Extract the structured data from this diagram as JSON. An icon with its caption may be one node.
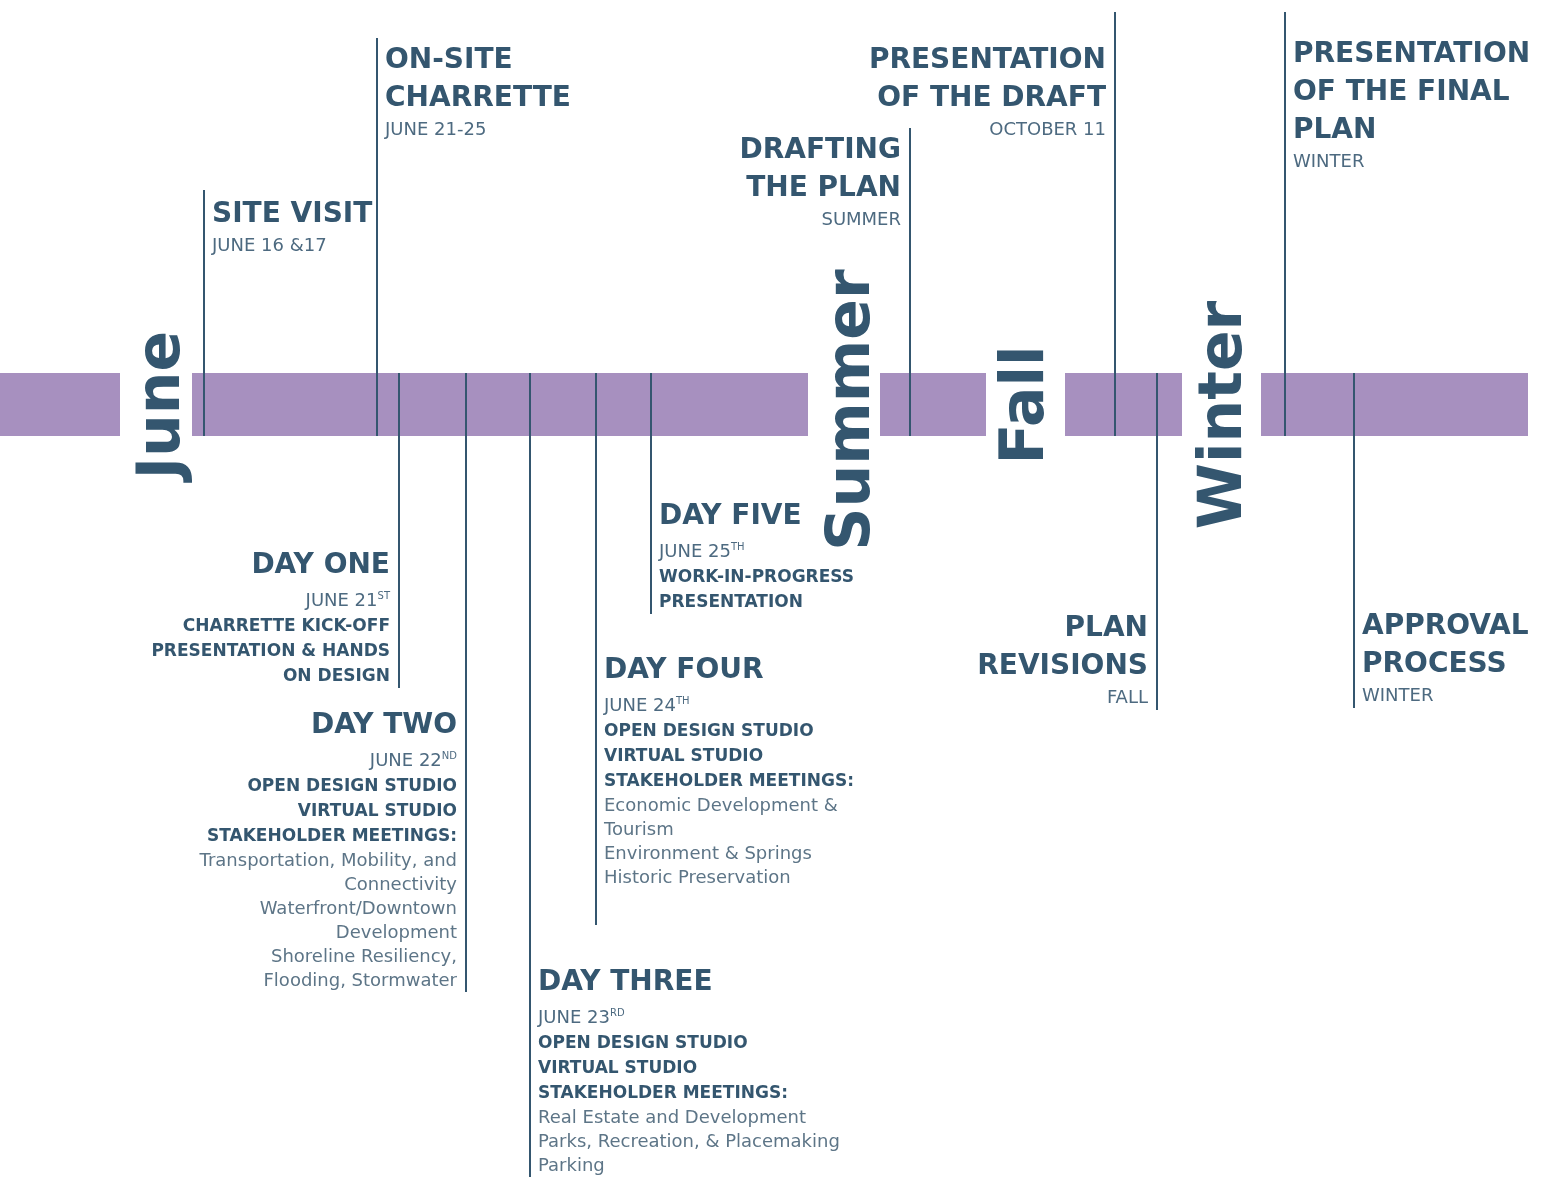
{
  "diagram": {
    "nodes": [
      {
        "text": [],
        "shape": "bar"
      },
      {
        "text": [],
        "shape": "bar"
      },
      {
        "text": [],
        "shape": "bar"
      },
      {
        "text": [],
        "shape": "bar"
      },
      {
        "text": [],
        "shape": "bar"
      },
      {
        "text": [
          "SITE VISIT",
          "JUNE 16 &17"
        ]
      },
      {
        "text": [
          "ON-SITE CHARRETTE",
          "JUNE 21-25"
        ]
      },
      {
        "text": [
          "DAY ONE",
          "JUNE 21$^{ST}$",
          "CHARRETTE KICK-OFF PRESENTATION & HANDS ON DESIGN"
        ]
      },
      {
        "text": [
          "DAY TWO",
          "JUNE 22$^{ND}$",
          "OPEN DESIGN STUDIO",
          "VIRTUAL STUDIO",
          "STAKEHOLDER MEETINGS:",
          "Transportation, Mobility, and Connectivity",
          "Waterfront/Downtown Development",
          "Shoreline Resiliency, Flooding, Stormwater"
        ]
      },
      {
        "text": [
          "DAY THREE",
          "JUNE 23$^{RD}$",
          "OPEN DESIGN STUDIO",
          "VIRTUAL STUDIO",
          "STAKEHOLDER MEETINGS:",
          "Real Estate and Development",
          "Parks, Recreation, & Placemaking",
          "Parking"
        ]
      },
      {
        "text": [
          "DAY FOUR",
          "JUNE 24$^{TH}$",
          "OPEN DESIGN STUDIO",
          "VIRTUAL STUDIO",
          "STAKEHOLDER MEETINGS:",
          "Economic Development & Tourism",
          "Environment & Springs",
          "Historic Preservation"
        ]
      },
      {
        "text": [
          "DAY FIVE",
          "JUNE 25$^{TH}$",
          "WORK-IN-PROGRESS PRESENTATION"
        ]
      },
      {
        "text": [
          "DRAFTING THE PLAN",
          "SUMMER"
        ]
      },
      {
        "text": [
          "PRESENTATION OF THE DRAFT",
          "OCTOBER 11"
        ]
      },
      {
        "text": [
          "PLAN REVISIONS",
          "FALL"
        ]
      },
      {
        "text": [
          "PRESENTATION OF THE FINAL PLAN",
          "WINTER"
        ]
      },
      {
        "text": [
          "APPROVAL PROCESS",
          "WINTER"
        ]
      }
    ],
    "edges": [
      {
        "from": 5,
        "to": 1,
        "arrow": "none"
      },
      {
        "from": 6,
        "to": 1,
        "arrow": "none"
      },
      {
        "from": 7,
        "to": 1,
        "arrow": "none"
      },
      {
        "from": 8,
        "to": 1,
        "arrow": "none"
      },
      {
        "from": 9,
        "to": 1,
        "arrow": "none"
      },
      {
        "from": 10,
        "to": 1,
        "arrow": "none"
      },
      {
        "from": 11,
        "to": 1,
        "arrow": "none"
      },
      {
        "from": 12,
        "to": 2,
        "arrow": "none"
      },
      {
        "from": 13,
        "to": 3,
        "arrow": "none"
      },
      {
        "from": 14,
        "to": 3,
        "arrow": "none"
      },
      {
        "from": 15,
        "to": 4,
        "arrow": "none"
      },
      {
        "from": 16,
        "to": 4,
        "arrow": "none"
      }
    ],
    "labels": [
      "June",
      "Summer",
      "Fall",
      "Winter"
    ]
  }
}
